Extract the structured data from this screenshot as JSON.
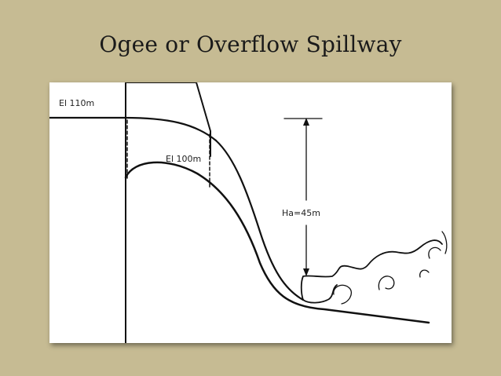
{
  "slide": {
    "title": "Ogee or Overflow Spillway"
  },
  "diagram": {
    "labels": {
      "upstream_elevation": "El 110m",
      "crest_elevation": "El  100m",
      "head": "Ha=45m"
    },
    "colors": {
      "background": "#c6bb93",
      "panel": "#ffffff",
      "line": "#111111"
    }
  }
}
